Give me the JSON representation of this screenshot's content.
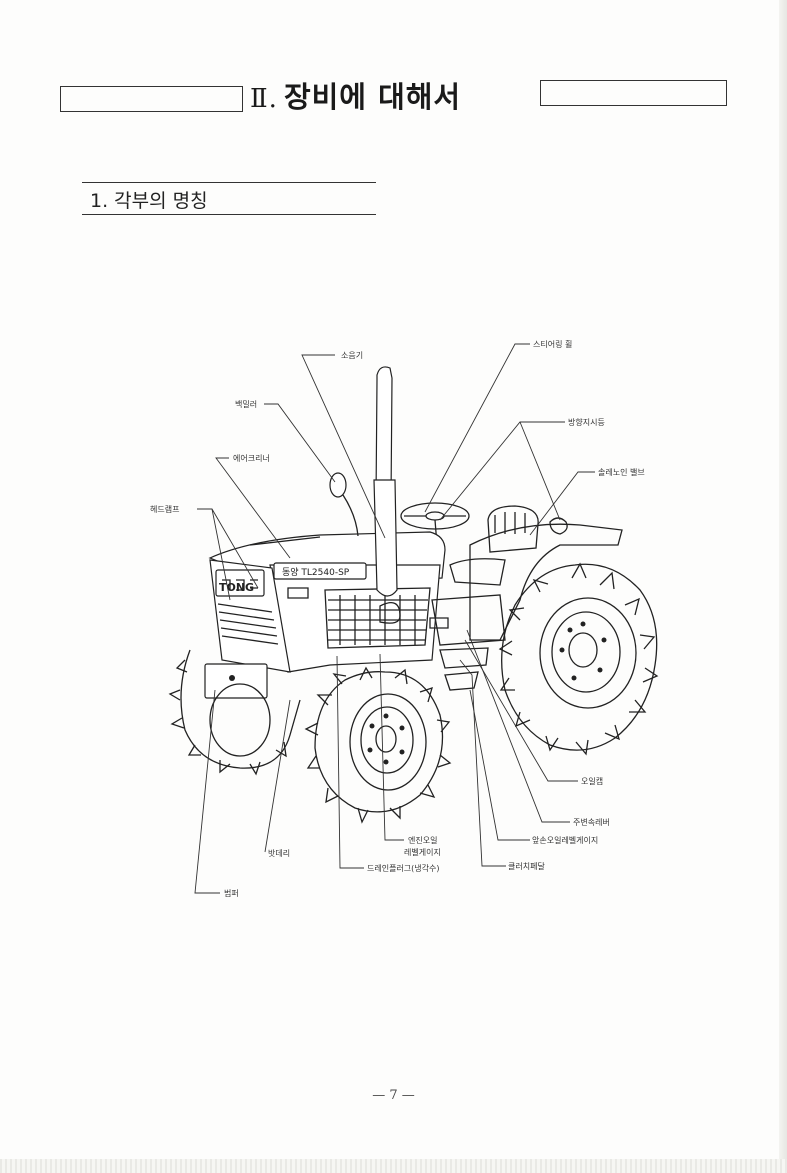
{
  "header": {
    "roman": "Ⅱ.",
    "title": "장비에 대해서"
  },
  "section": {
    "title": "1. 각부의 명칭"
  },
  "figure": {
    "model_plate": "동양 TL2540-SP",
    "grille_logo": "TONG",
    "labels": {
      "muffler": "소음기",
      "steering_wheel": "스티어링 휠",
      "back_mirror": "백밀러",
      "turn_signal": "방향지시등",
      "air_cleaner": "에어크리너",
      "solenoid_valve": "솔레노인 밸브",
      "headlamp": "헤드램프",
      "oil_cap": "오일캡",
      "main_shift_lever": "주변속레버",
      "axle_oil_level_gauge": "앞손오일레벨게이지",
      "clutch_pedal": "클러치페달",
      "engine_oil_level_gauge_1": "엔진오일",
      "engine_oil_level_gauge_2": "레벨게이지",
      "drain_plug": "드레인플러그(냉각수)",
      "battery": "밧데리",
      "bumper": "범퍼"
    }
  },
  "page_number": "— 7 —"
}
